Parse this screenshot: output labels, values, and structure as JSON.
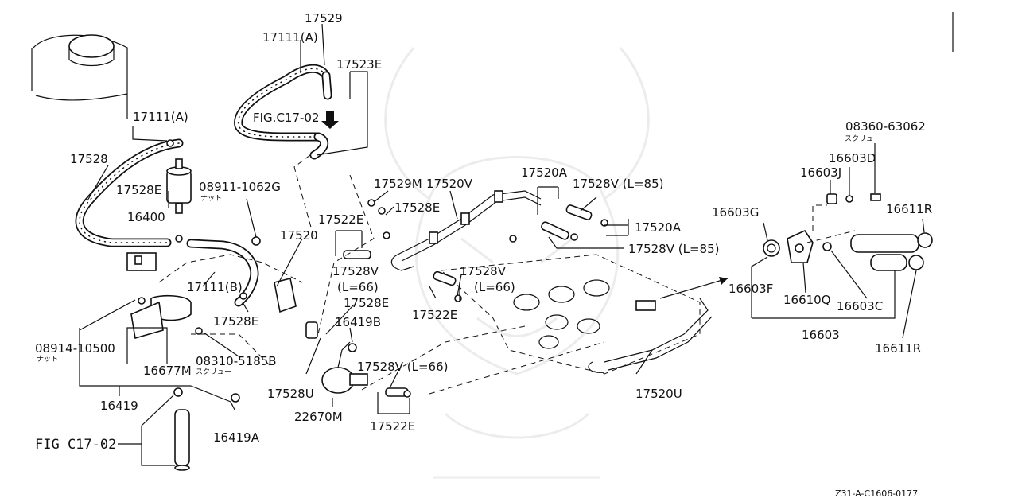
{
  "diagram": {
    "labels": {
      "p17529": "17529",
      "p17111a_top": "17111(A)",
      "p17523e": "17523E",
      "fig_c17_02_top": "FIG.C17-02",
      "p17111a_left": "17111(A)",
      "p17528": "17528",
      "p17528e_a": "17528E",
      "p16400": "16400",
      "p08911": "08911-1062G",
      "nut_a": "ナット",
      "p17529m": "17529M",
      "p17520v": "17520V",
      "p17520a_top": "17520A",
      "p17528v_85_top": "17528V (L=85)",
      "p17528e_b": "17528E",
      "p17522e_a": "17522E",
      "p17520": "17520",
      "p17520a_right": "17520A",
      "p17528v_85_right": "17528V (L=85)",
      "p17528v_66_a": "17528V",
      "l66_a": "(L=66)",
      "p17528v_66_b": "17528V",
      "l66_b": "(L=66)",
      "p17522e_b": "17522E",
      "p17111b": "17111(B)",
      "p17528e_c": "17528E",
      "p17528e_d": "17528E",
      "p16419b": "16419B",
      "p08914": "08914-10500",
      "nut_b": "ナット",
      "p16677m": "16677M",
      "p08310": "08310-5185B",
      "screw_a": "スクリュー",
      "p17528v_66_c": "17528V (L=66)",
      "p16419": "16419",
      "p17528u": "17528U",
      "p22670m": "22670M",
      "p17522e_c": "17522E",
      "p16419a": "16419A",
      "fig_c17_02_bottom": "FIG C17-02",
      "p17520u": "17520U",
      "p08360": "08360-63062",
      "screw_b": "スクリュー",
      "p16603d": "16603D",
      "p16603j": "16603J",
      "p16603g": "16603G",
      "p16611r_top": "16611R",
      "p16603f": "16603F",
      "p16610q": "16610Q",
      "p16603c": "16603C",
      "p16603": "16603",
      "p16611r_bottom": "16611R",
      "drawing_code": "Z31-A-C1606-0177"
    }
  }
}
